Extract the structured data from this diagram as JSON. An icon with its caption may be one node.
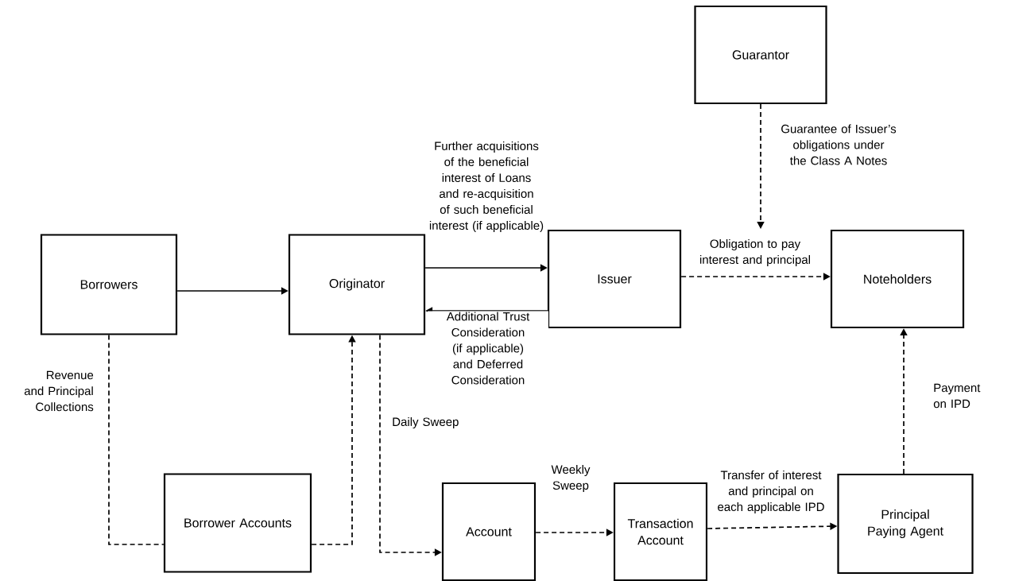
{
  "diagram": {
    "nodes": [
      {
        "text": [
          "Guarantor"
        ]
      },
      {
        "text": [
          "Borrowers"
        ]
      },
      {
        "text": [
          "Originator"
        ]
      },
      {
        "text": [
          "Issuer"
        ]
      },
      {
        "text": [
          "Noteholders"
        ]
      },
      {
        "text": [
          "Borrower Accounts"
        ]
      },
      {
        "text": [
          "Account"
        ]
      },
      {
        "text": [
          "Transaction Account"
        ]
      },
      {
        "text": [
          "Principal Paying Agent"
        ]
      }
    ],
    "edges": [
      {
        "from": 1,
        "to": 2,
        "arrow": "to"
      },
      {
        "from": 2,
        "to": 3,
        "arrow": "to",
        "label": "Further acquisitions of the beneficial interest of Loans and re-acquisition of such beneficial interest (if applicable)"
      },
      {
        "from": 3,
        "to": 2,
        "arrow": "to",
        "label": "Additional Trust Consideration (if applicable) and Deferred Consideration"
      },
      {
        "from": 0,
        "to": null,
        "arrow": "to",
        "style": "dashed",
        "label": "Guarantee of Issuer’s obligations under the Class A Notes"
      },
      {
        "from": 3,
        "to": 4,
        "arrow": "to",
        "style": "dashed",
        "label": "Obligation to pay interest and principal"
      },
      {
        "from": 1,
        "to": 5,
        "arrow": "none",
        "style": "dashed",
        "label": "Revenue and Principal Collections"
      },
      {
        "from": 5,
        "to": 2,
        "arrow": "to",
        "style": "dashed"
      },
      {
        "from": 2,
        "to": 6,
        "arrow": "to",
        "style": "dashed",
        "label": "Daily Sweep"
      },
      {
        "from": 6,
        "to": 7,
        "arrow": "to",
        "style": "dashed",
        "label": "Weekly Sweep"
      },
      {
        "from": 7,
        "to": 8,
        "arrow": "to",
        "style": "dashed",
        "label": "Transfer of interest and principal on each applicable IPD"
      },
      {
        "from": 8,
        "to": 4,
        "arrow": "to",
        "style": "dashed",
        "label": "Payment on IPD"
      }
    ]
  }
}
